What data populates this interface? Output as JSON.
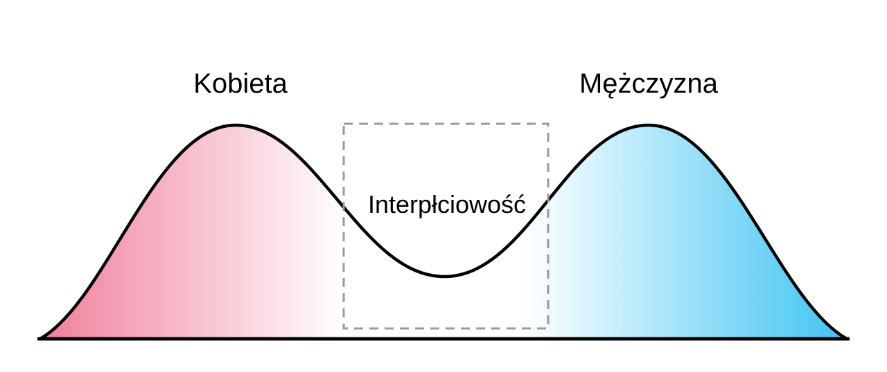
{
  "diagram": {
    "labels": {
      "left_peak": "Kobieta",
      "right_peak": "Mężczyzna",
      "valley": "Interpłciowość"
    },
    "colors": {
      "left_fill": "#EF7F9C",
      "right_fill": "#3FC4F3",
      "gradient_mid": "#FFFFFF",
      "curve_stroke": "#000000",
      "dashed_box": "#9A9A9A",
      "background": "#FFFFFF"
    }
  }
}
